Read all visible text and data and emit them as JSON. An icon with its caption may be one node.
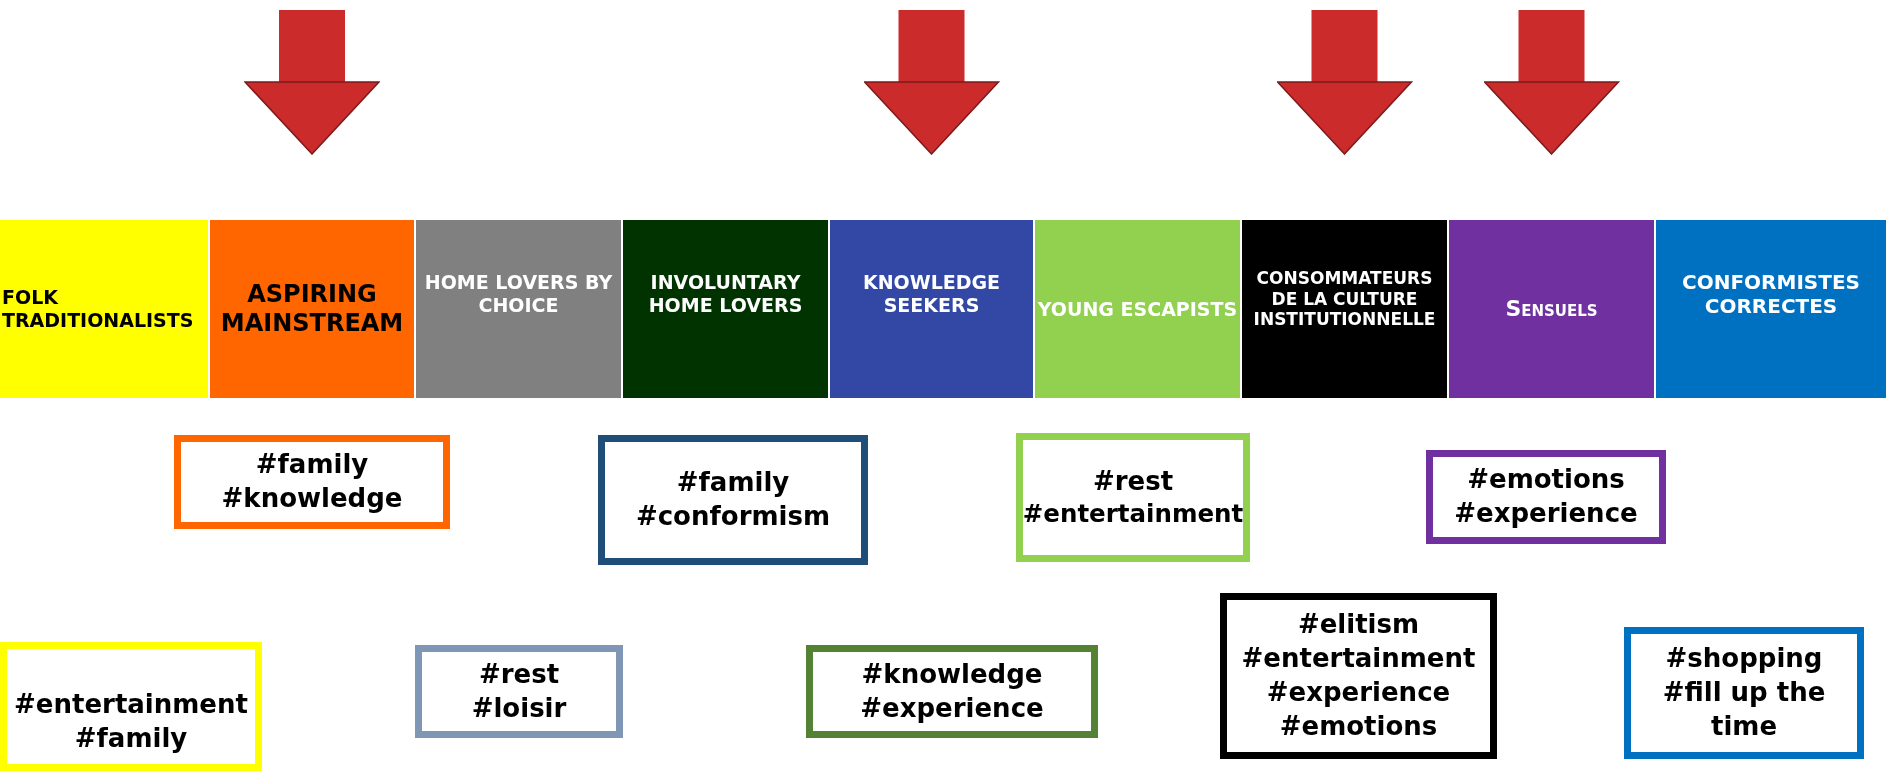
{
  "diagram": {
    "nodes": [
      {
        "text": [
          "FOLK TRADITIONALISTS"
        ]
      },
      {
        "text": [
          "ASPIRING MAINSTREAM"
        ]
      },
      {
        "text": [
          "HOME LOVERS BY CHOICE"
        ]
      },
      {
        "text": [
          "INVOLUNTARY HOME LOVERS"
        ]
      },
      {
        "text": [
          "KNOWLEDGE SEEKERS"
        ]
      },
      {
        "text": [
          "YOUNG ESCAPISTS"
        ]
      },
      {
        "text": [
          "CONSOMMATEURS DE LA CULTURE INSTITUTIONNELLE"
        ]
      },
      {
        "text": [
          "Sensuels"
        ]
      },
      {
        "text": [
          "CONFORMISTES CORRECTES"
        ]
      },
      {
        "text": [
          "#family",
          "#knowledge"
        ]
      },
      {
        "text": [
          "#family",
          "#conformism"
        ]
      },
      {
        "text": [
          "#rest",
          "#entertainment"
        ]
      },
      {
        "text": [
          "#emotions",
          "#experience"
        ]
      },
      {
        "text": [
          "#entertainment",
          "#family"
        ]
      },
      {
        "text": [
          "#rest",
          "#loisir"
        ]
      },
      {
        "text": [
          "#knowledge",
          "#experience"
        ]
      },
      {
        "text": [
          "#elitism",
          "#entertainment",
          "#experience",
          "#emotions"
        ]
      },
      {
        "text": [
          "#shopping",
          "#fill up the time"
        ]
      }
    ],
    "edges": [
      {
        "from": null,
        "to": 1,
        "arrow": "to"
      },
      {
        "from": null,
        "to": 4,
        "arrow": "to"
      },
      {
        "from": null,
        "to": 6,
        "arrow": "to"
      },
      {
        "from": null,
        "to": 7,
        "arrow": "to"
      }
    ]
  }
}
